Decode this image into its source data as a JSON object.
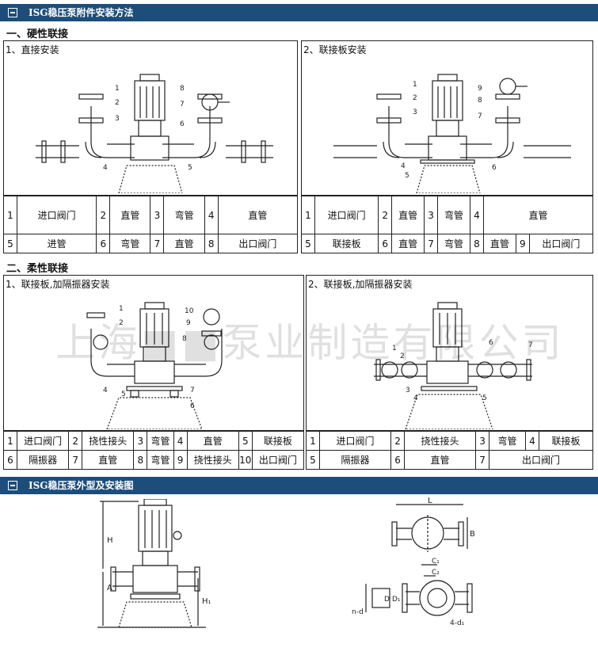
{
  "header1": "ISG稳压泵附件安装方法",
  "header2": "ISG稳压泵外型及安装图",
  "sec1": "一、硬性联接",
  "sec2": "二、柔性联接",
  "p1": {
    "title": "1、直接安装",
    "rows": [
      [
        "1",
        "进口阀门",
        "2",
        "直管",
        "3",
        "弯管",
        "4",
        "直管"
      ],
      [
        "5",
        "进管",
        "6",
        "弯管",
        "7",
        "直管",
        "8",
        "出口阀门"
      ]
    ]
  },
  "p2": {
    "title": "2、联接板安装",
    "rows": [
      [
        "1",
        "进口阀门",
        "2",
        "直管",
        "3",
        "弯管",
        "4",
        "直管"
      ],
      [
        "5",
        "联接板",
        "6",
        "直管",
        "7",
        "弯管",
        "8",
        "直管",
        "9",
        "出口阀门"
      ]
    ]
  },
  "p3": {
    "title": "1、联接板,加隔振器安装",
    "rows": [
      [
        "1",
        "进口阀门",
        "2",
        "挠性接头",
        "3",
        "弯管",
        "4",
        "直管",
        "5",
        "联接板"
      ],
      [
        "6",
        "隔振器",
        "7",
        "直管",
        "8",
        "弯管",
        "9",
        "挠性接头",
        "10",
        "出口阀门"
      ]
    ]
  },
  "p4": {
    "title": "2、联接板,加隔振器安装",
    "rows": [
      [
        "1",
        "进口阀门",
        "2",
        "挠性接头",
        "3",
        "弯管",
        "4",
        "联接板"
      ],
      [
        "5",
        "隔振器",
        "6",
        "直管",
        "7",
        "出口阀门"
      ]
    ]
  },
  "watermark": "上海■■泵业制造有限公司",
  "dims": {
    "H": "H",
    "A": "A",
    "H1": "H₁",
    "L": "L",
    "B": "B",
    "C1": "C₁",
    "C2": "C₂",
    "D": "D",
    "D1": "D₁",
    "nd": "n-d",
    "d1": "4-d₁"
  }
}
